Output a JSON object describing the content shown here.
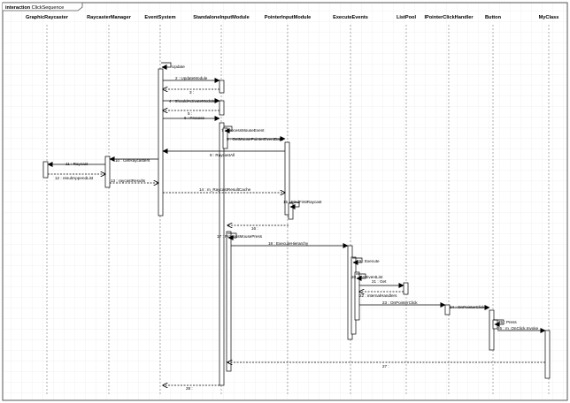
{
  "frame": {
    "keyword": "interaction",
    "name": "ClickSequence"
  },
  "colors": {
    "grid": "#e4e4e4",
    "line": "#000000",
    "box_fill": "#f0f0f0",
    "frame_border": "#555555"
  },
  "participants": [
    {
      "id": "graphic_raycaster",
      "label": "GraphicRaycaster"
    },
    {
      "id": "raycaster_manager",
      "label": "RaycasterManager"
    },
    {
      "id": "event_system",
      "label": "EventSystem"
    },
    {
      "id": "standalone_input_module",
      "label": "StandaloneInputModule"
    },
    {
      "id": "pointer_input_module",
      "label": "PointerInputModule"
    },
    {
      "id": "execute_events",
      "label": "ExecuteEvents"
    },
    {
      "id": "list_pool",
      "label": "ListPool"
    },
    {
      "id": "ipointer_click_handler",
      "label": "IPointerClickHandler"
    },
    {
      "id": "button",
      "label": "Button"
    },
    {
      "id": "my_class",
      "label": "MyClass"
    }
  ],
  "messages": [
    {
      "label": "Update"
    },
    {
      "label": "2 : UpdateModule"
    },
    {
      "label": "3 :"
    },
    {
      "label": "4 : ShouldActivateModule"
    },
    {
      "label": "5 :"
    },
    {
      "label": "6 : Process"
    },
    {
      "label": "7 : ProcessMouseEvent"
    },
    {
      "label": "8 : GetMousePointerEventData"
    },
    {
      "label": "9 : RaycastAll"
    },
    {
      "label": "10 : GetRaycasters"
    },
    {
      "label": "11 : Raycast"
    },
    {
      "label": "12 : resultAppendList"
    },
    {
      "label": "13 : raycastResults"
    },
    {
      "label": "14 : m_RaycastResultCache"
    },
    {
      "label": "15 : FindFirstRaycast"
    },
    {
      "label": "16 :"
    },
    {
      "label": "17 : ProcessMousePress"
    },
    {
      "label": "18 : ExecuteHierarchy"
    },
    {
      "label": "19 : Execute"
    },
    {
      "label": "20 : GetEventList"
    },
    {
      "label": "21 : Get"
    },
    {
      "label": "22 : internalHandlers"
    },
    {
      "label": "23 : OnPointerClick"
    },
    {
      "label": "24 : OnPointerClick"
    },
    {
      "label": "25 : Press"
    },
    {
      "label": "26 : m_OnClick.Invoke"
    },
    {
      "label": "27 :"
    },
    {
      "label": "28 :"
    }
  ]
}
